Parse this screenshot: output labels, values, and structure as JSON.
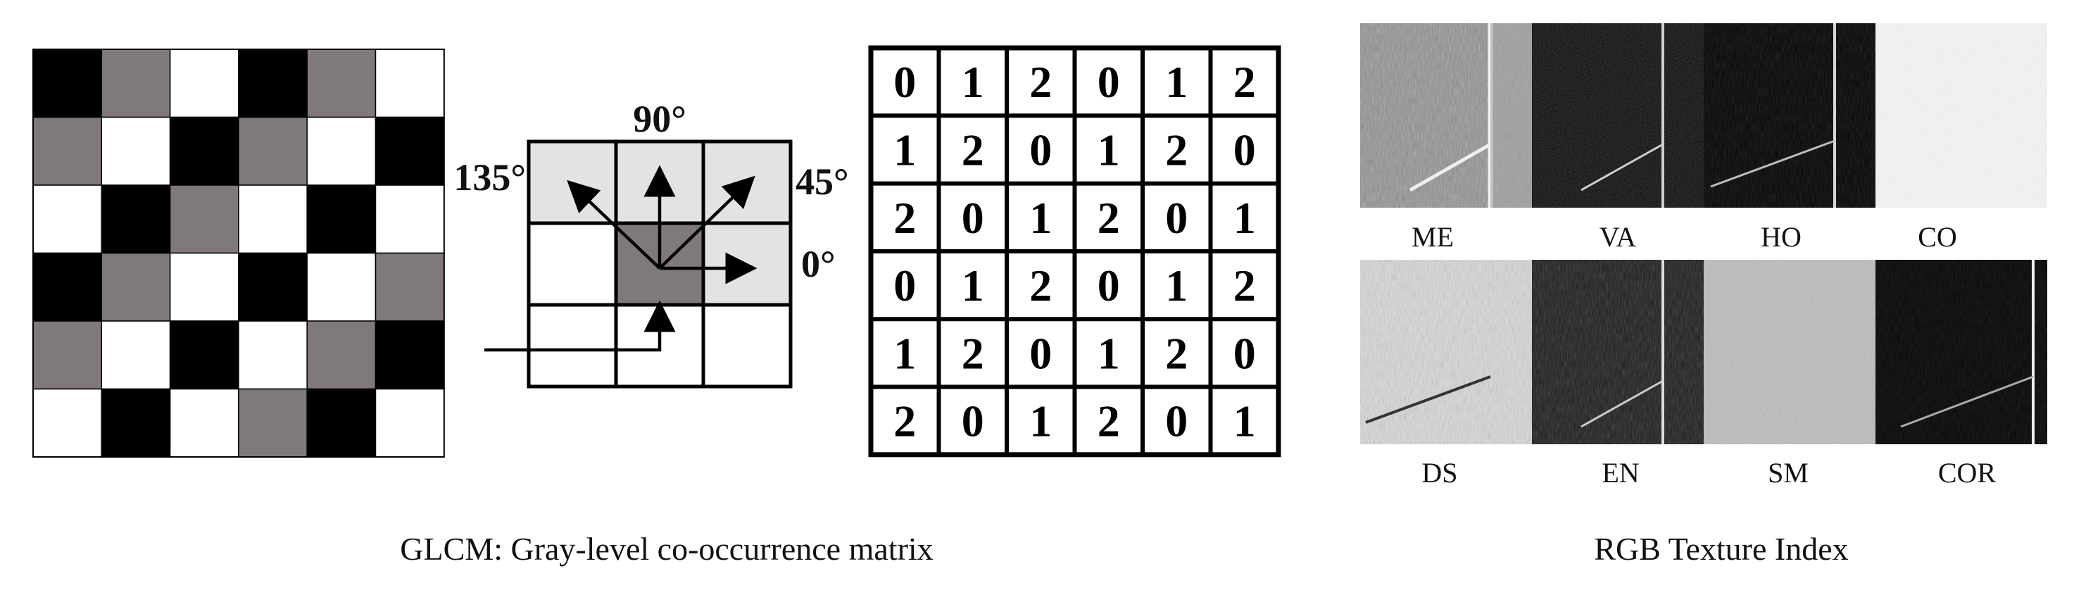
{
  "checkerboard": {
    "rows": [
      [
        "black",
        "gray",
        "white",
        "black",
        "gray",
        "white"
      ],
      [
        "gray",
        "white",
        "black",
        "gray",
        "white",
        "black"
      ],
      [
        "white",
        "black",
        "gray",
        "white",
        "black",
        "white"
      ],
      [
        "black",
        "gray",
        "white",
        "black",
        "white",
        "gray"
      ],
      [
        "gray",
        "white",
        "black",
        "white",
        "gray",
        "black"
      ],
      [
        "white",
        "black",
        "white",
        "gray",
        "black",
        "white"
      ]
    ],
    "colors": {
      "black": "#000000",
      "gray": "#7f7a79",
      "white": "#ffffff"
    }
  },
  "direction_diagram": {
    "angles": {
      "a90": "90°",
      "a135": "135°",
      "a45": "45°",
      "a0": "0°"
    },
    "highlight_color": "#e3e3e3",
    "center_color": "#7f7a79"
  },
  "matrix": {
    "rows": [
      [
        "0",
        "1",
        "2",
        "0",
        "1",
        "2"
      ],
      [
        "1",
        "2",
        "0",
        "1",
        "2",
        "0"
      ],
      [
        "2",
        "0",
        "1",
        "2",
        "0",
        "1"
      ],
      [
        "0",
        "1",
        "2",
        "0",
        "1",
        "2"
      ],
      [
        "1",
        "2",
        "0",
        "1",
        "2",
        "0"
      ],
      [
        "2",
        "0",
        "1",
        "2",
        "0",
        "1"
      ]
    ]
  },
  "texture_panels": {
    "top_labels": [
      "ME",
      "VA",
      "HO",
      "CO"
    ],
    "bottom_labels": [
      "DS",
      "EN",
      "SM",
      "COR"
    ]
  },
  "captions": {
    "left": "GLCM: Gray-level co-occurrence matrix",
    "right": "RGB Texture Index"
  }
}
